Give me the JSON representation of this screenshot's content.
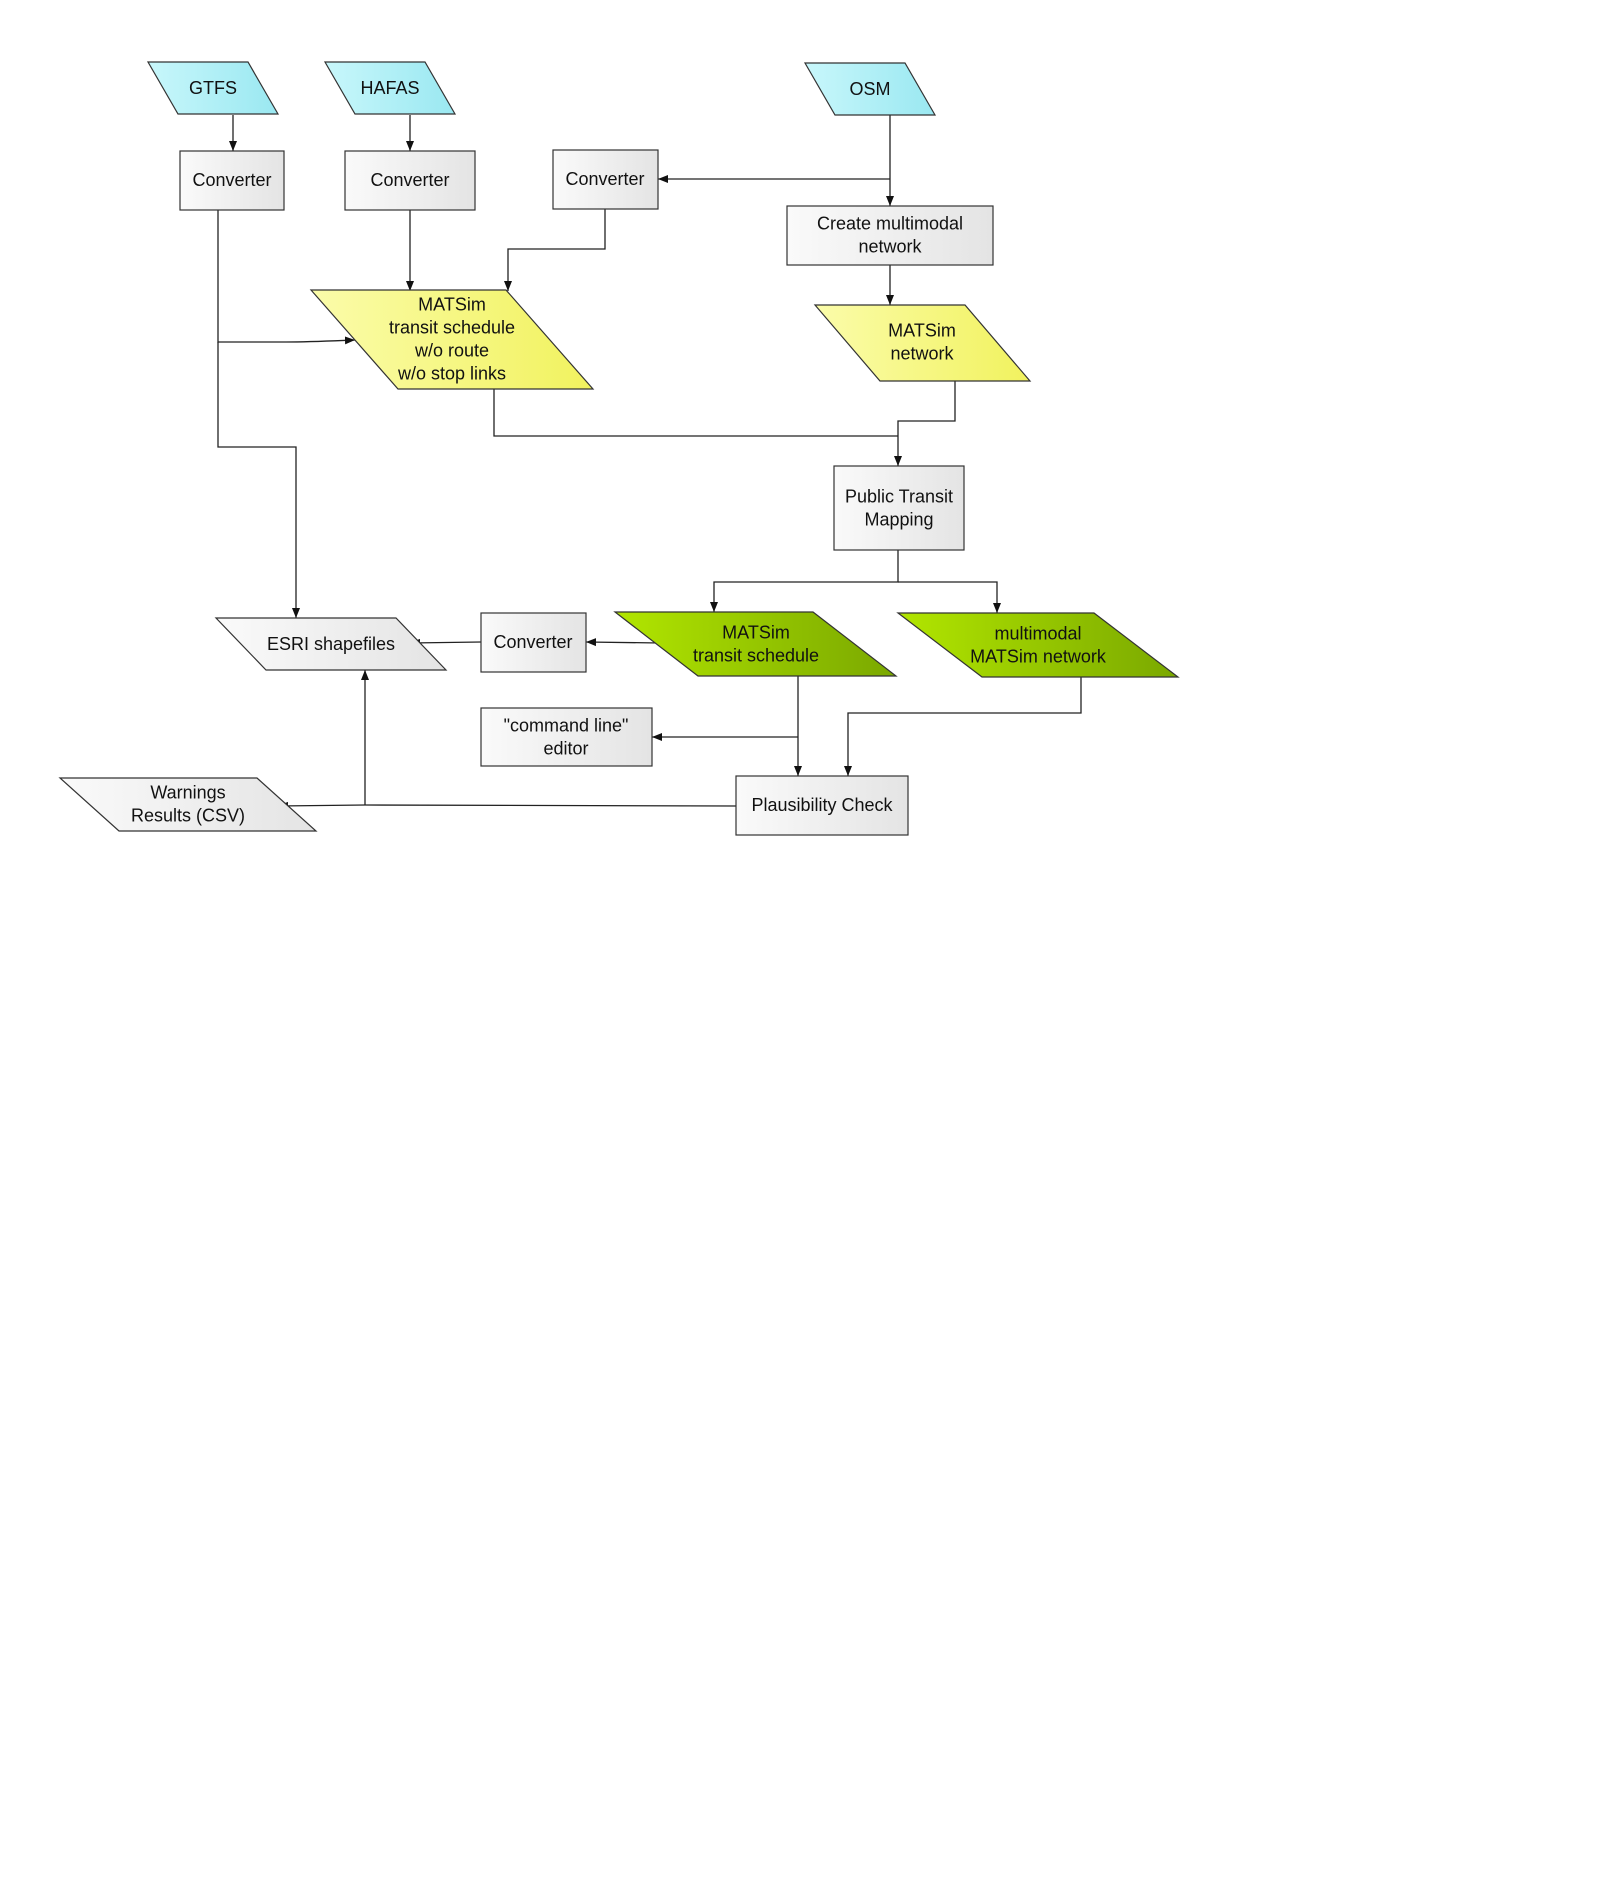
{
  "nodes": {
    "gtfs": {
      "lines": [
        "GTFS"
      ]
    },
    "hafas": {
      "lines": [
        "HAFAS"
      ]
    },
    "osm": {
      "lines": [
        "OSM"
      ]
    },
    "converter_gtfs": {
      "lines": [
        "Converter"
      ]
    },
    "converter_hafas": {
      "lines": [
        "Converter"
      ]
    },
    "converter_osm": {
      "lines": [
        "Converter"
      ]
    },
    "create_network": {
      "lines": [
        "Create multimodal",
        "network"
      ]
    },
    "schedule_unmapped": {
      "lines": [
        "MATSim",
        "transit schedule",
        "w/o route",
        "w/o stop links"
      ]
    },
    "matsim_network": {
      "lines": [
        "MATSim",
        "network"
      ]
    },
    "pt_mapping": {
      "lines": [
        "Public Transit",
        "Mapping"
      ]
    },
    "esri": {
      "lines": [
        "ESRI shapefiles"
      ]
    },
    "converter_shp": {
      "lines": [
        "Converter"
      ]
    },
    "schedule_mapped": {
      "lines": [
        "MATSim",
        "transit schedule"
      ]
    },
    "network_mapped": {
      "lines": [
        "multimodal",
        "MATSim network"
      ]
    },
    "editor": {
      "lines": [
        "\"command line\"",
        "editor"
      ]
    },
    "plausibility": {
      "lines": [
        "Plausibility Check"
      ]
    },
    "warnings": {
      "lines": [
        "Warnings",
        "Results (CSV)"
      ]
    }
  },
  "colors": {
    "input_cyan": "#aef0f6",
    "intermediate_yellow": "#f6f77a",
    "output_green": "#8cc200",
    "process_gray": "#ececec",
    "line": "#222222"
  }
}
